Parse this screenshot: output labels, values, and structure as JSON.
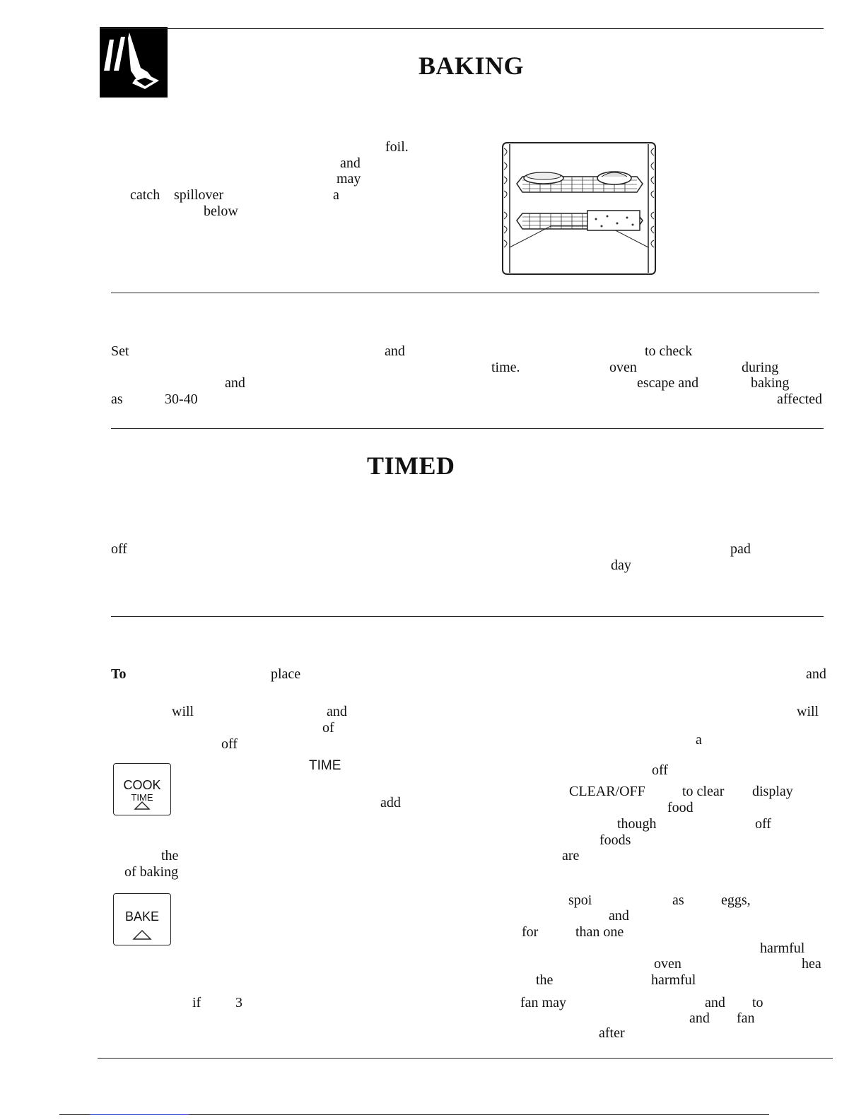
{
  "header": {
    "title": "BAKING",
    "icon": "hand-pressing-pad-icon"
  },
  "section2": {
    "heading": "TIMED"
  },
  "buttons": {
    "cook_time": {
      "line1": "COOK",
      "line2": "TIME"
    },
    "bake": {
      "label": "BAKE"
    }
  },
  "fragments": {
    "a1": "foil.",
    "a2": "and",
    "a3": "may",
    "a4": "catch",
    "a5": "spillover",
    "a6": "a",
    "a7": "below",
    "b1": "Set",
    "b2": "and",
    "b3": "to check",
    "b4": "time.",
    "b5": "oven",
    "b6": "during",
    "b7": "and",
    "b8": "escape and",
    "b9": "baking",
    "b10": "as",
    "b11": "30-40",
    "b12": "affected",
    "c1": "off",
    "c2": "pad",
    "c3": "day",
    "d1": "To",
    "d2": "place",
    "d3": "and",
    "d4": "will",
    "d5": "and",
    "d6": "will",
    "d7": "of",
    "d8": "off",
    "d9": "a",
    "d10": "TIME",
    "d11": "off",
    "d12": "CLEAR/OFF",
    "d13": "to clear",
    "d14": "display",
    "d15": "add",
    "d16": "food",
    "d17": "though",
    "d18": "off",
    "d19": "foods",
    "d20": "the",
    "d21": "are",
    "d22": "of baking",
    "d23": "spoi",
    "d24": "as",
    "d25": "eggs,",
    "d26": "and",
    "d27": "for",
    "d28": "than one",
    "d29": "harmful",
    "d30": "oven",
    "d31": "hea",
    "d32": "the",
    "d33": "harmful",
    "d34": "if",
    "d35": "3",
    "d36": "fan may",
    "d37": "and",
    "d38": "to",
    "d39": "and",
    "d40": "fan",
    "d41": "after"
  }
}
